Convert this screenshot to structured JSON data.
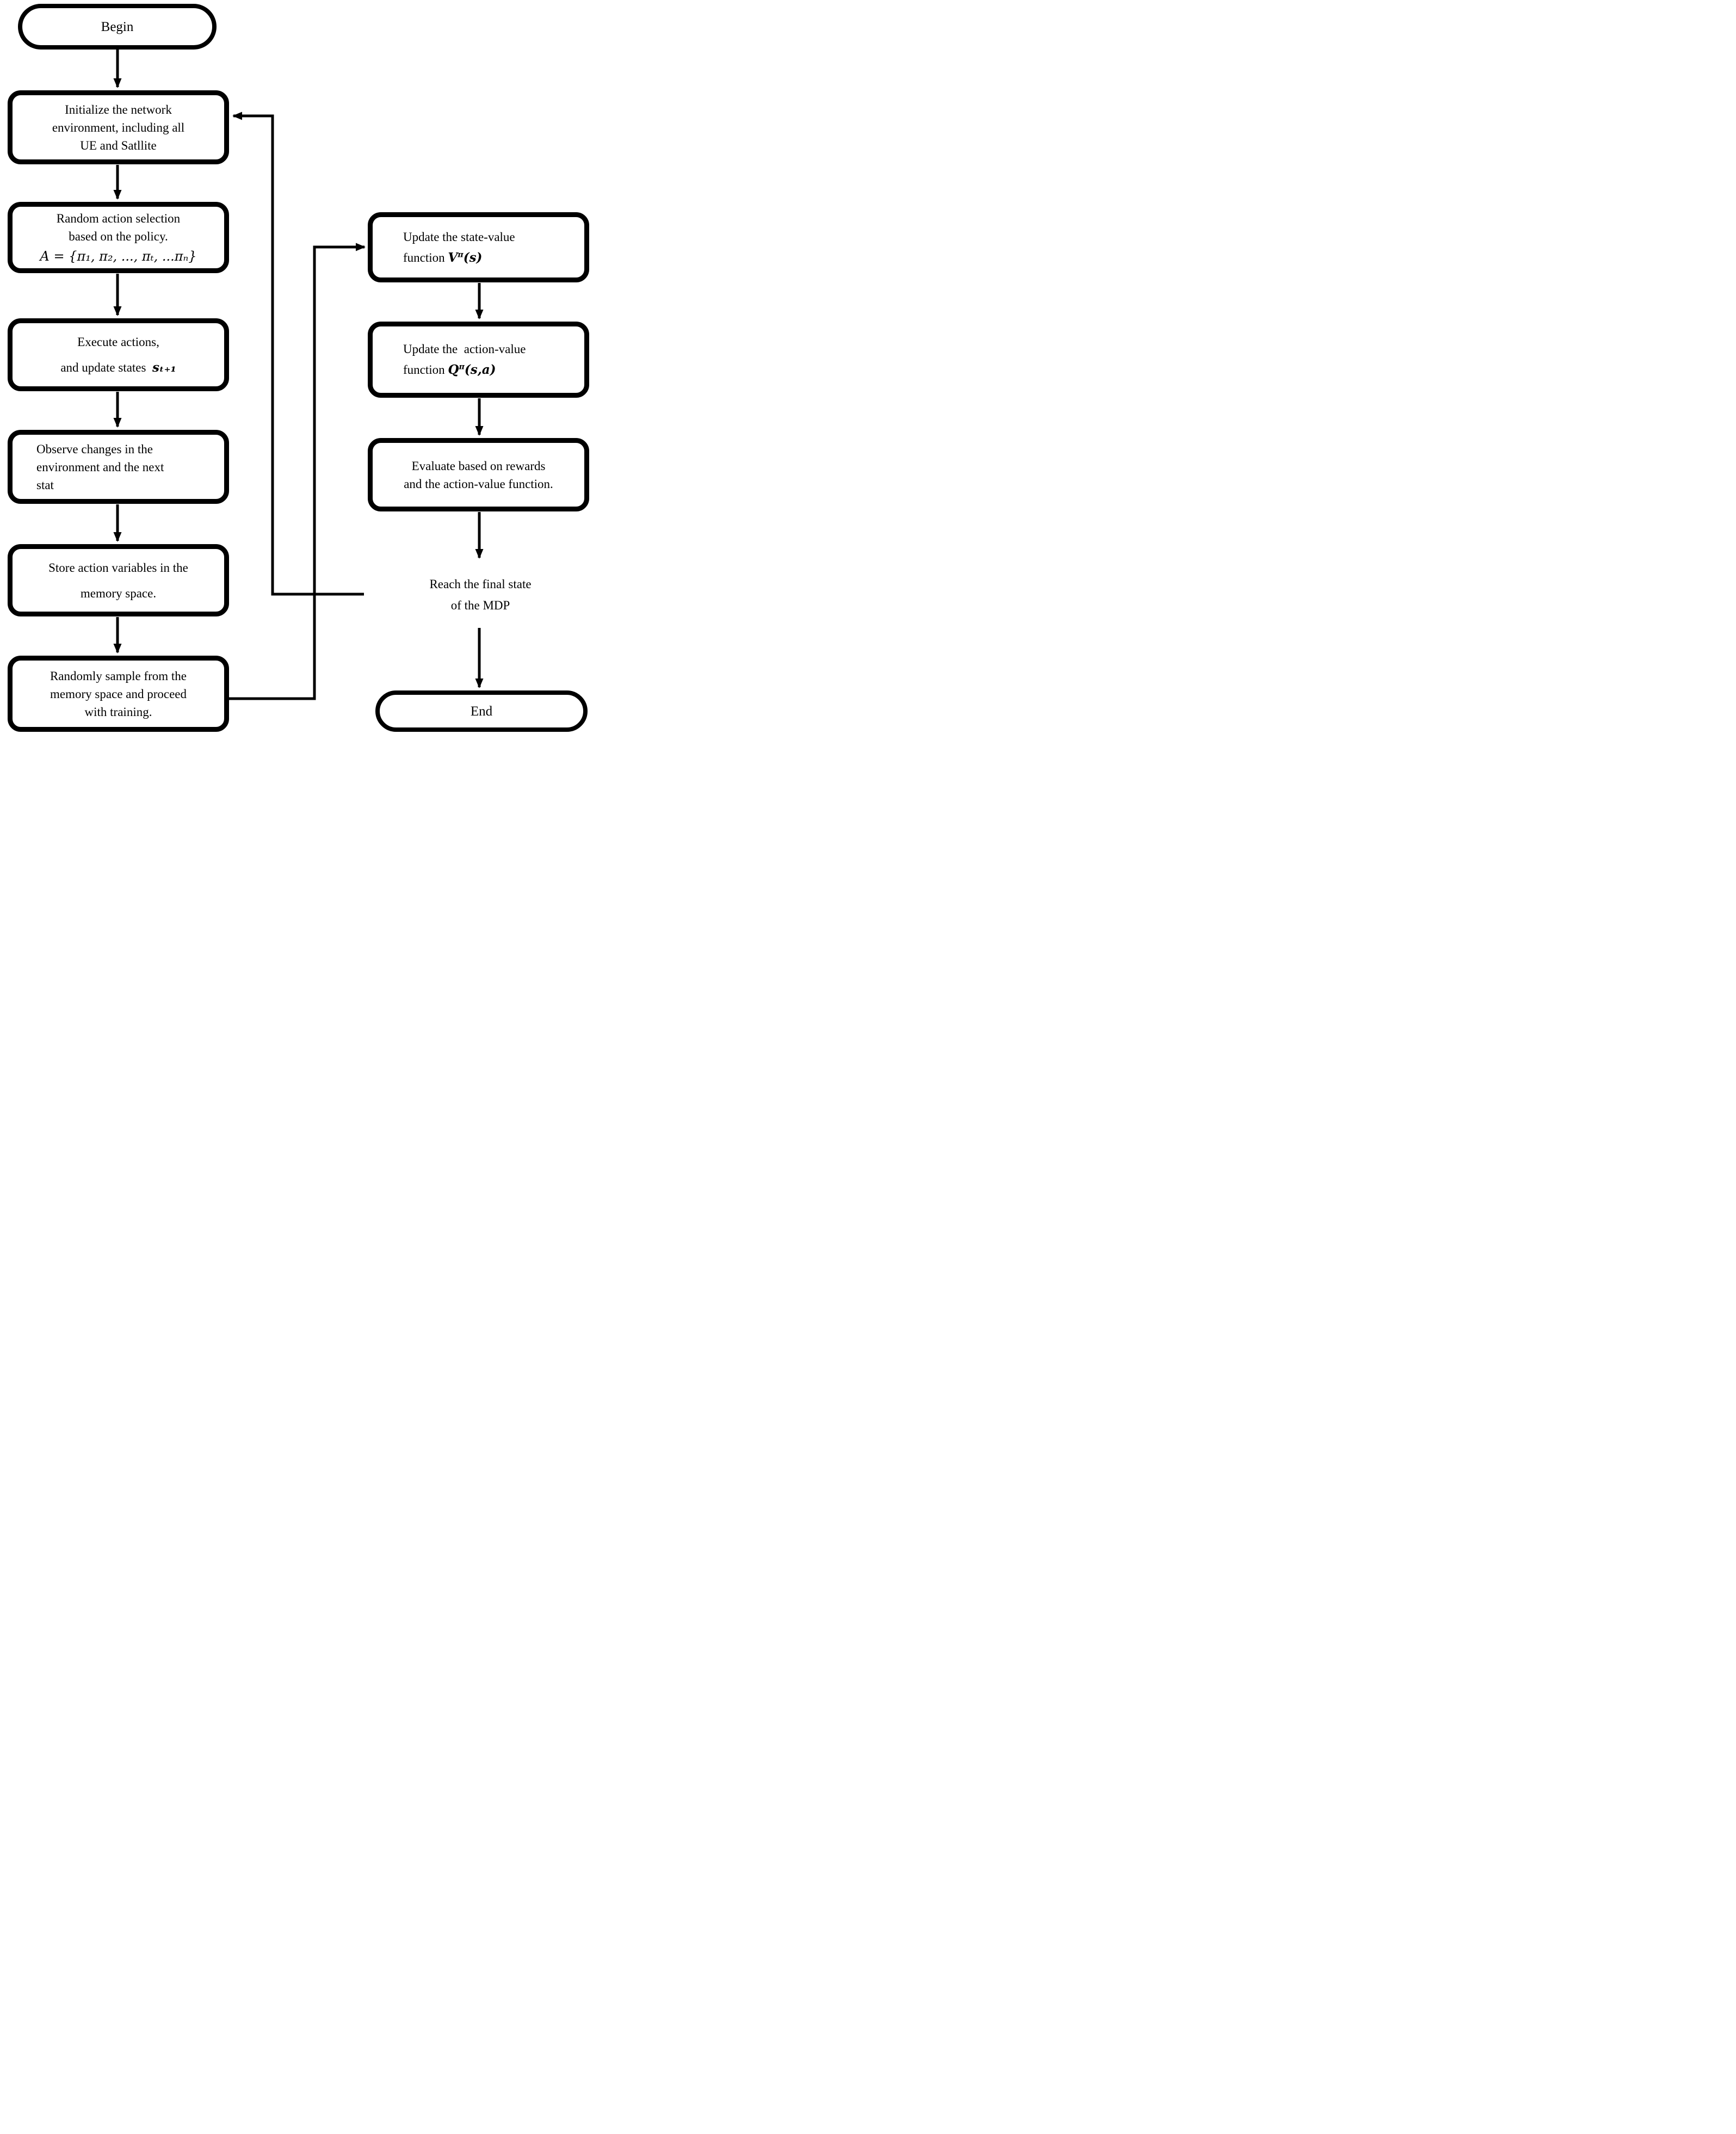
{
  "colors": {
    "ink": "#000000",
    "paper": "#ffffff"
  },
  "boxes": {
    "begin": {
      "label": "Begin"
    },
    "initialize": {
      "lines": [
        "Initialize the network",
        "environment, including all",
        "UE and Satllite"
      ]
    },
    "random": {
      "lines": [
        "Random action selection",
        "based on the policy."
      ],
      "formula": "A = {π₁, π₂, ..., πₜ, ...πₙ}"
    },
    "execute": {
      "line1": "Execute actions,",
      "line2_prefix": "and update states  ",
      "line2_math": "sₜ₊₁"
    },
    "observe": {
      "lines": [
        "Observe changes in the",
        "environment and the next",
        "stat"
      ]
    },
    "store": {
      "lines": [
        "Store action variables in the",
        "memory space."
      ]
    },
    "sample": {
      "lines": [
        "Randomly sample from the",
        "memory space and proceed",
        "with training."
      ]
    },
    "update_v": {
      "line1": "Update the state-value",
      "line2_prefix": "function ",
      "math_base": "V",
      "math_sup": "π",
      "math_args": "(s)"
    },
    "update_q": {
      "line1": "Update the  action-value",
      "line2_prefix": "function ",
      "math_base": "Q",
      "math_sup": "π",
      "math_args": "(s,a)"
    },
    "evaluate": {
      "lines": [
        "Evaluate based on rewards",
        "and the action-value function."
      ]
    },
    "decision": {
      "lines": [
        "Reach the final state",
        "of the MDP"
      ]
    },
    "end": {
      "label": "End"
    }
  }
}
